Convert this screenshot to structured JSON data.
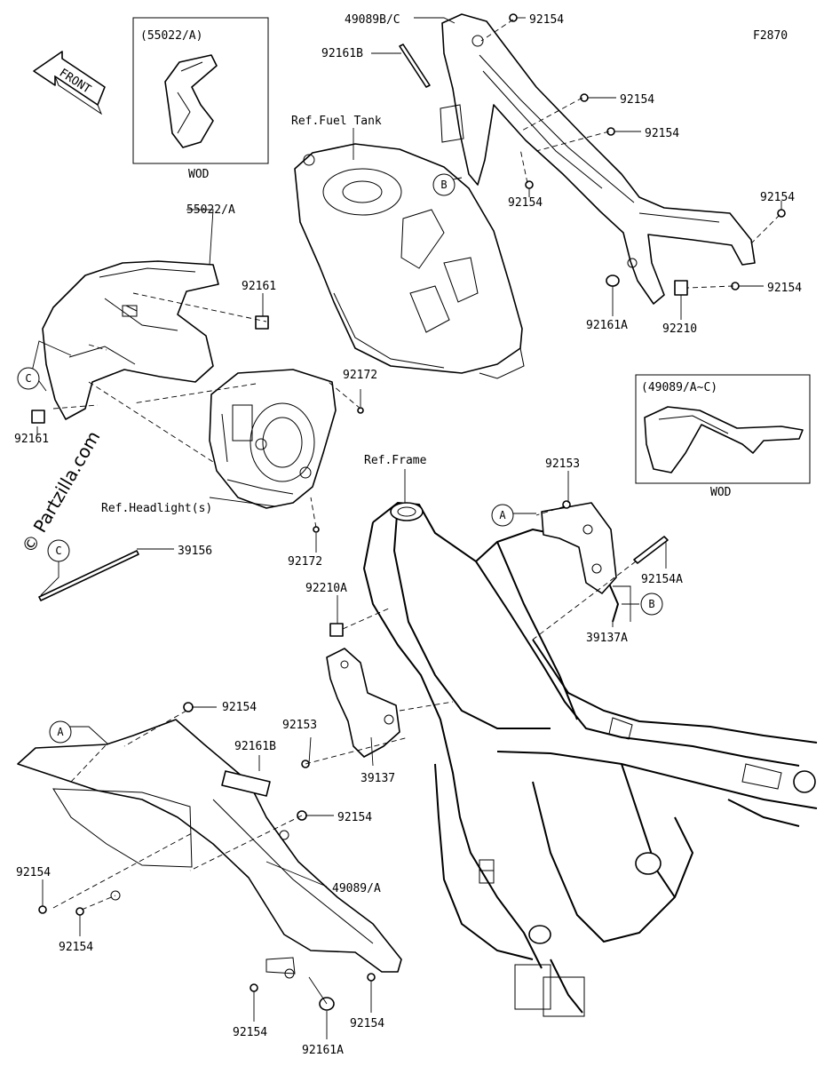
{
  "figure_code": "F2870",
  "watermark": "© Partzilla.com",
  "front_arrow": "FRONT",
  "insets": {
    "cowl_variant": {
      "title": "(55022/A)",
      "note": "WOD"
    },
    "cover_variant": {
      "title": "(49089/A~C)",
      "note": "WOD"
    }
  },
  "refs": {
    "fuel_tank": "Ref.Fuel Tank",
    "headlight": "Ref.Headlight(s)",
    "frame": "Ref.Frame"
  },
  "callouts": {
    "A": "A",
    "B": "B",
    "C": "C"
  },
  "parts": {
    "p49089BC": "49089B/C",
    "p92161B_top": "92161B",
    "p92154_t1": "92154",
    "p92154_t2": "92154",
    "p92154_t3": "92154",
    "p92154_t4": "92154",
    "p92154_t5": "92154",
    "p92154_t6": "92154",
    "p92161A_top": "92161A",
    "p92210": "92210",
    "p55022A": "55022/A",
    "p92161_r": "92161",
    "p92161_l": "92161",
    "p92172_a": "92172",
    "p92172_b": "92172",
    "p39156": "39156",
    "p92210A": "92210A",
    "p92153_top": "92153",
    "p92154A": "92154A",
    "p39137A": "39137A",
    "p92154_b1": "92154",
    "p92153_b": "92153",
    "p92161B_b": "92161B",
    "p39137": "39137",
    "p92154_b2": "92154",
    "p49089A": "49089/A",
    "p92154_b3": "92154",
    "p92154_b4": "92154",
    "p92154_b5": "92154",
    "p92154_b6": "92154",
    "p92161A_b": "92161A"
  }
}
